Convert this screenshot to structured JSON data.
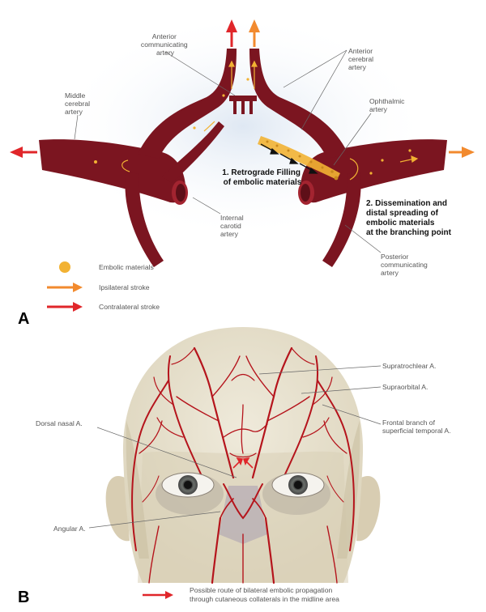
{
  "panel_a": {
    "letter": "A",
    "labels": {
      "anterior_communicating": [
        "Anterior",
        "communicating",
        "artery"
      ],
      "anterior_cerebral": [
        "Anterior",
        "cerebral",
        "artery"
      ],
      "middle_cerebral": [
        "Middle",
        "cerebral",
        "artery"
      ],
      "ophthalmic": [
        "Ophthalmic",
        "artery"
      ],
      "internal_carotid": [
        "Internal",
        "carotid",
        "artery"
      ],
      "posterior_communicating": [
        "Posterior",
        "communicating",
        "artery"
      ],
      "retrograde": [
        "1. Retrograde Filling",
        "of embolic materials"
      ],
      "dissemination": [
        "2. Dissemination and",
        "distal spreading of",
        "embolic materials",
        "at the branching point"
      ]
    },
    "legend": {
      "embolic": "Embolic materials",
      "ipsilateral": "Ipsilateral stroke",
      "contralateral": "Contralateral stroke"
    }
  },
  "panel_b": {
    "letter": "B",
    "labels": {
      "supratrochlear": "Supratrochlear A.",
      "supraorbital": "Supraorbital A.",
      "frontal_branch": [
        "Frontal branch of",
        "superficial temporal A."
      ],
      "dorsal_nasal": "Dorsal nasal A.",
      "angular": "Angular A."
    },
    "legend": [
      "Possible route of bilateral embolic propagation",
      "through cutaneous collaterals in the midline area"
    ]
  },
  "colors": {
    "artery": "#7b1520",
    "artery_dark": "#5e0f18",
    "ipsilateral_arrow": "#f28a2e",
    "contralateral_arrow": "#e0262a",
    "embolic": "#f2b233",
    "face_vessel": "#b5141c",
    "skull": "#e9e3d0"
  }
}
